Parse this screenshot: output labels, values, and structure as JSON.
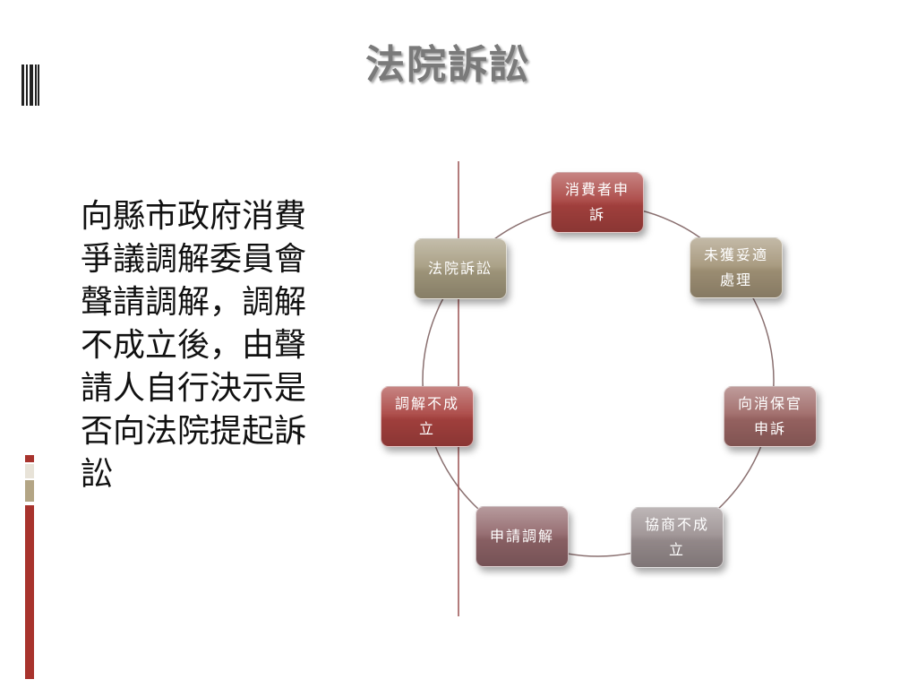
{
  "title": "法院訴訟",
  "body_text": "向縣市政府消費爭議調解委員會聲請調解，調解不成立後，由聲請人自行決示是否向法院提起訴訟",
  "colors": {
    "accent_red": "#a8332d",
    "accent_tan": "#b3a585",
    "title_gray": "#7a7a7a"
  },
  "cycle_nodes": [
    {
      "label": "消費者申訴",
      "color": "#a8423f"
    },
    {
      "label": "未獲妥適處理",
      "color": "#a39478"
    },
    {
      "label": "向消保官申訴",
      "color": "#9c6664"
    },
    {
      "label": "協商不成立",
      "color": "#9a8f90"
    },
    {
      "label": "申請調解",
      "color": "#8f6468"
    },
    {
      "label": "調解不成立",
      "color": "#a8423f"
    },
    {
      "label": "法院訴訟",
      "color": "#a49a7e"
    }
  ]
}
